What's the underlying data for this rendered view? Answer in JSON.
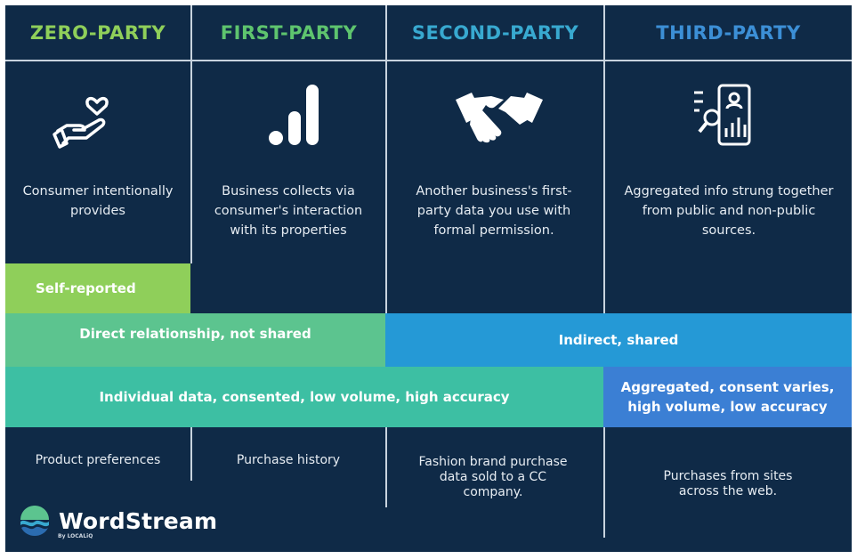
{
  "colors": {
    "background": "#0f2a47",
    "zero_party": "#8fcf5a",
    "first_party": "#5ec46e",
    "second_party": "#38a9d0",
    "third_party": "#3c8fd6",
    "self_reported_band": "#8fcf5a",
    "direct_band": "#5cc48f",
    "indirect_band": "#2599d6",
    "individual_band": "#3dbfa3",
    "aggregated_band": "#3b7fd4"
  },
  "columns": [
    {
      "title": "ZERO-PARTY",
      "icon": "heart-hand-icon",
      "description": "Consumer intentionally provides",
      "example": "Product preferences"
    },
    {
      "title": "FIRST-PARTY",
      "icon": "bar-chart-icon",
      "description": "Business collects via consumer's interaction with its properties",
      "example": "Purchase history"
    },
    {
      "title": "SECOND-PARTY",
      "icon": "handshake-icon",
      "description": "Another business's first-party data you use with formal permission.",
      "example": "Fashion brand purchase data sold to a CC company."
    },
    {
      "title": "THIRD-PARTY",
      "icon": "phone-analytics-icon",
      "description": "Aggregated info strung together from public and non-public sources.",
      "example": "Purchases from sites across the web."
    }
  ],
  "bands": {
    "self_reported": "Self-reported",
    "direct": "Direct relationship, not shared",
    "indirect": "Indirect, shared",
    "individual": "Individual data, consented, low volume, high accuracy",
    "aggregated": "Aggregated, consent varies, high volume, low accuracy"
  },
  "logo": {
    "name": "WordStream",
    "byline": "By LOCALiQ",
    "icon": "wordstream-logo-icon"
  }
}
